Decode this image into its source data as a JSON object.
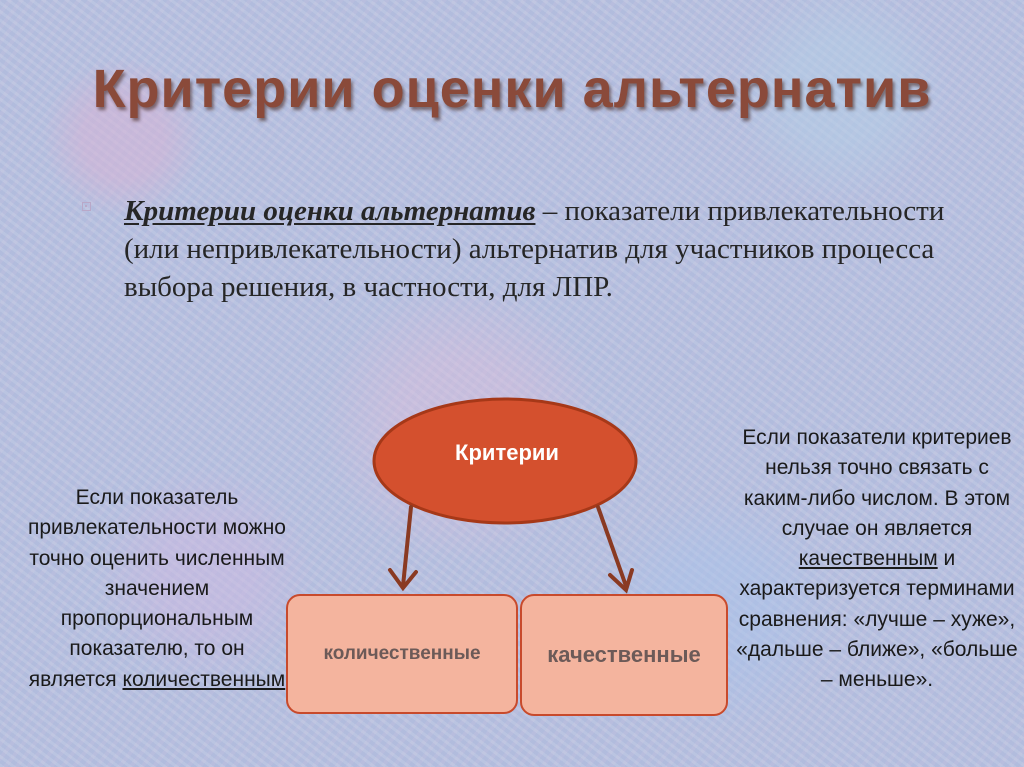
{
  "slide": {
    "title": "Критерии оценки альтернатив"
  },
  "definition": {
    "term": "Критерии оценки альтернатив",
    "rest": " – показатели привлекательности (или непривлекательности) альтернатив для участников процесса выбора решения, в частности, для ЛПР."
  },
  "diagram": {
    "root_label": "Критерии",
    "left_box_label": "количественные",
    "right_box_label": "качественные",
    "colors": {
      "ellipse_fill": "#d4502e",
      "ellipse_stroke": "#a63818",
      "box_fill": "#f4b49e",
      "box_stroke": "#c84a2c",
      "arrow": "#8a3a22"
    }
  },
  "left_note": {
    "text_before": "Если показатель привлекательности можно точно оценить численным значением пропорциональным показателю, то он является ",
    "underlined": "количественным"
  },
  "right_note": {
    "text_before": "Если показатели критериев нельзя точно связать с каким-либо числом. В этом случае он является ",
    "underlined": "качественным",
    "text_after": " и характеризуется терминами сравнения: «лучше – хуже», «дальше – ближе», «больше – меньше»."
  }
}
